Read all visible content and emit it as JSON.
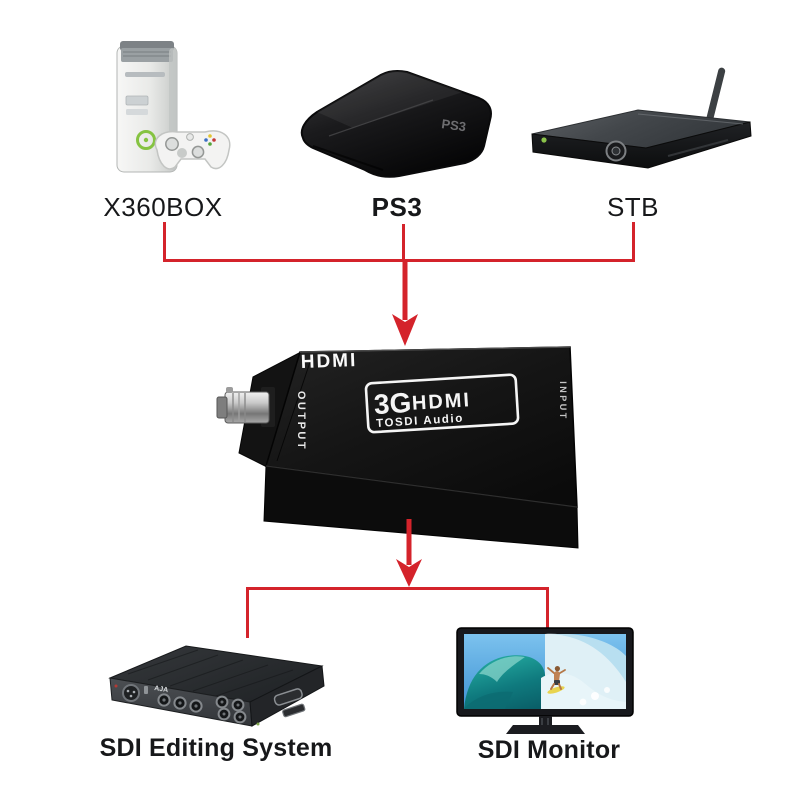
{
  "page": {
    "background": "#ffffff",
    "connector_color": "#d4232b"
  },
  "sources": [
    {
      "label": "X360BOX",
      "icon": "xbox-360-console"
    },
    {
      "label": "PS3",
      "icon": "ps3-console",
      "device_logo": "PS3"
    },
    {
      "label": "STB",
      "icon": "set-top-box"
    }
  ],
  "converter": {
    "name": "HDMI to SDI converter box",
    "top_text": "HDMI",
    "logo_big": "3G",
    "logo_small": "HDMI",
    "logo_sub": "TOSDI Audio",
    "output_label": "OUTPUT",
    "input_label": "INPUT"
  },
  "destinations": [
    {
      "label": "SDI Editing System",
      "brand": "AJA",
      "icon": "sdi-editing-deck"
    },
    {
      "label": "SDI Monitor",
      "icon": "sdi-monitor-tv"
    }
  ]
}
